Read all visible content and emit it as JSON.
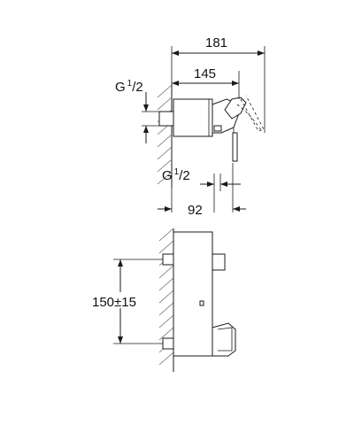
{
  "top_view": {
    "dim_overall": "181",
    "dim_body": "145",
    "thread_inlet_main": "G",
    "thread_inlet_frac": "1",
    "thread_inlet_den": "/2",
    "thread_outlet_main": "G",
    "thread_outlet_frac": "1",
    "thread_outlet_den": "/2",
    "dim_outlet": "92"
  },
  "front_view": {
    "dim_spacing": "150±15"
  }
}
